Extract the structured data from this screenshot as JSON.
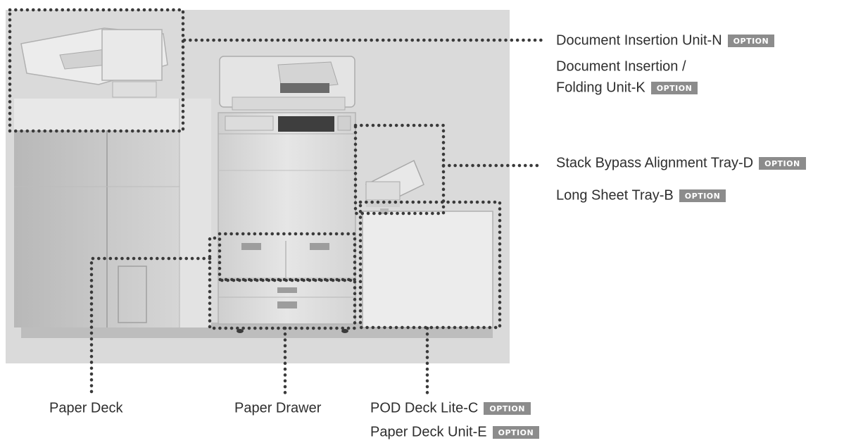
{
  "badge_text": "OPTION",
  "colors": {
    "background_panel": "#dadada",
    "dotted_outline": "#3a3a3a",
    "badge": "#8c8c8c",
    "label_text": "#2e2e2e"
  },
  "labels": {
    "document_insertion_unit": "Document Insertion Unit-N",
    "document_insertion_folding_line1": "Document Insertion /",
    "document_insertion_folding_line2": "Folding Unit-K",
    "stack_bypass_tray": "Stack Bypass Alignment Tray-D",
    "long_sheet_tray": "Long Sheet Tray-B",
    "paper_deck": "Paper Deck",
    "paper_drawer": "Paper Drawer",
    "pod_deck_lite": "POD Deck Lite-C",
    "paper_deck_unit": "Paper Deck Unit-E"
  }
}
